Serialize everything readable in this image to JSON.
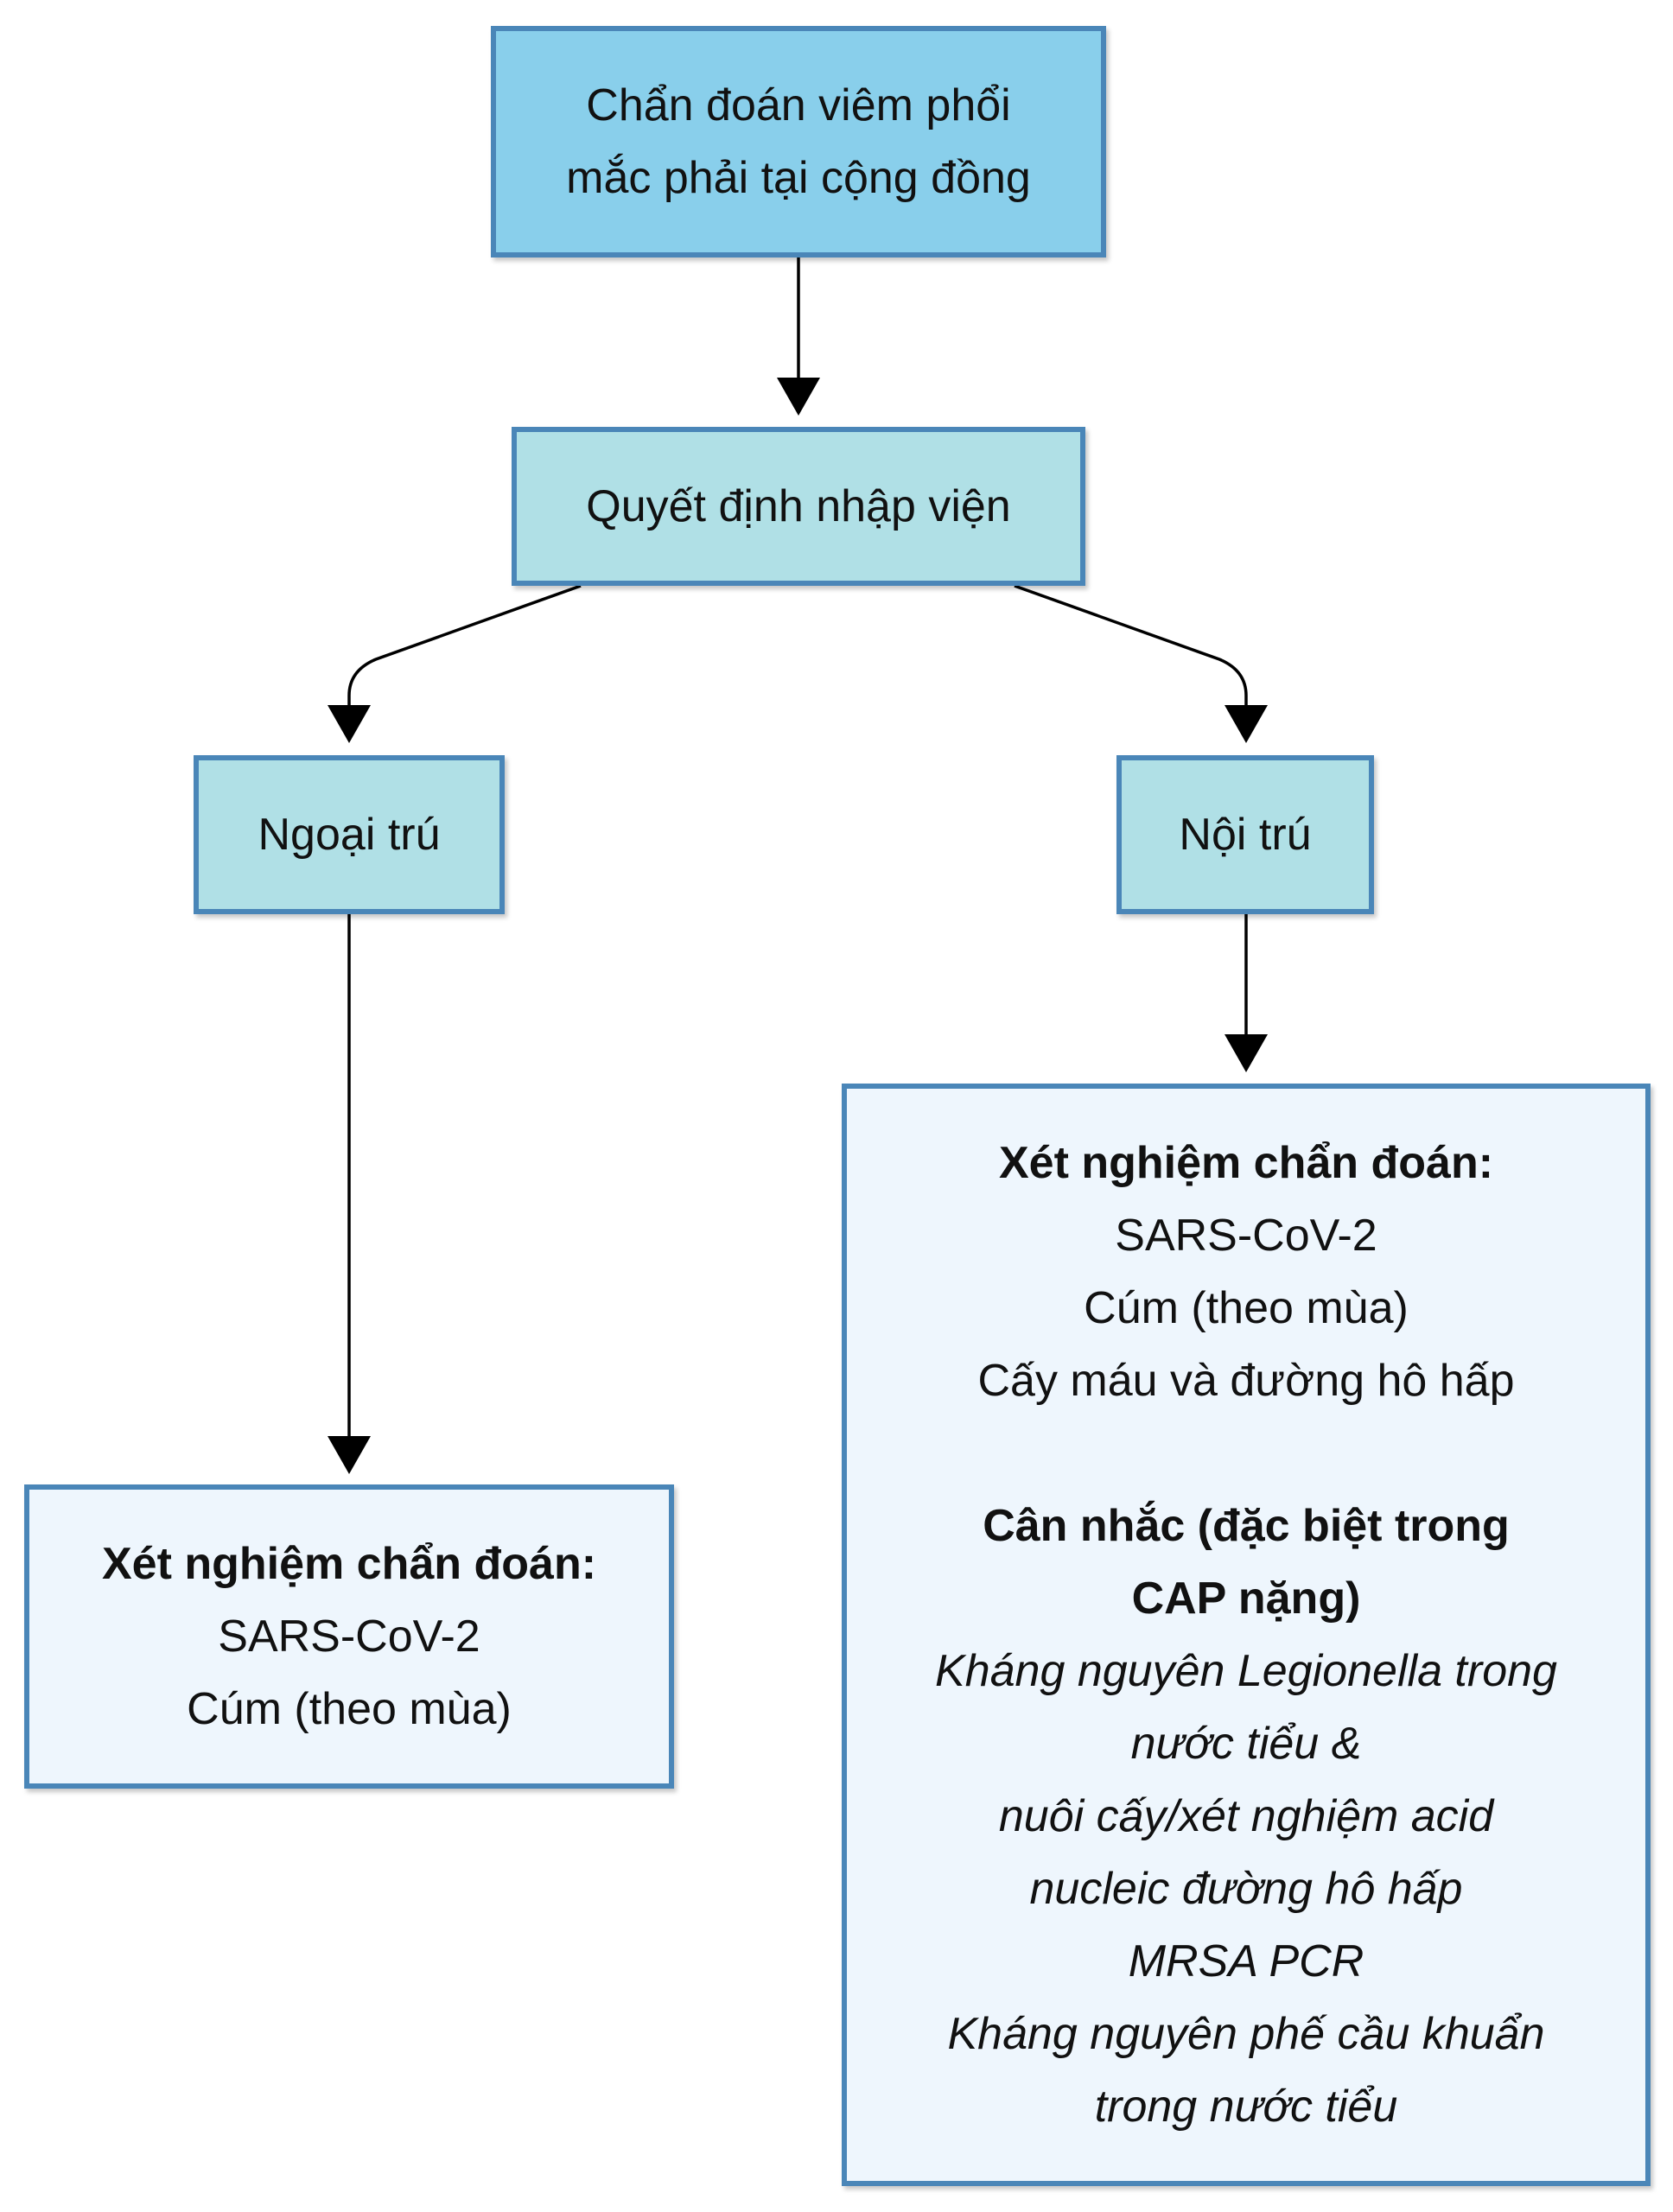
{
  "nodes": {
    "diagnosis": {
      "lines": [
        "Chẩn đoán viêm phổi",
        "mắc phải tại cộng đồng"
      ]
    },
    "admission": {
      "label": "Quyết định nhập viện"
    },
    "outpatient": {
      "label": "Ngoại trú"
    },
    "inpatient": {
      "label": "Nội trú"
    },
    "outpatient_tests": {
      "heading": "Xét nghiệm chẩn đoán:",
      "items": [
        "SARS-CoV-2",
        "Cúm (theo mùa)"
      ]
    },
    "inpatient_tests": {
      "heading": "Xét nghiệm chẩn đoán:",
      "items": [
        "SARS-CoV-2",
        "Cúm (theo mùa)",
        "Cấy máu và đường hô hấp"
      ],
      "consider_heading_lines": [
        "Cân nhắc (đặc biệt trong",
        "CAP nặng)"
      ],
      "consider_lines": [
        "Kháng nguyên Legionella trong",
        "nước tiểu &",
        "nuôi cấy/xét nghiệm acid",
        "nucleic đường hô hấp",
        "MRSA PCR",
        "Kháng nguyên phế cầu khuẩn",
        "trong nước tiểu"
      ]
    }
  },
  "colors": {
    "border": "#4a86b8",
    "top_fill": "#89cfeb",
    "mid_fill": "#b0e0e6",
    "result_fill": "#eef6fd",
    "edge": "#000000"
  }
}
